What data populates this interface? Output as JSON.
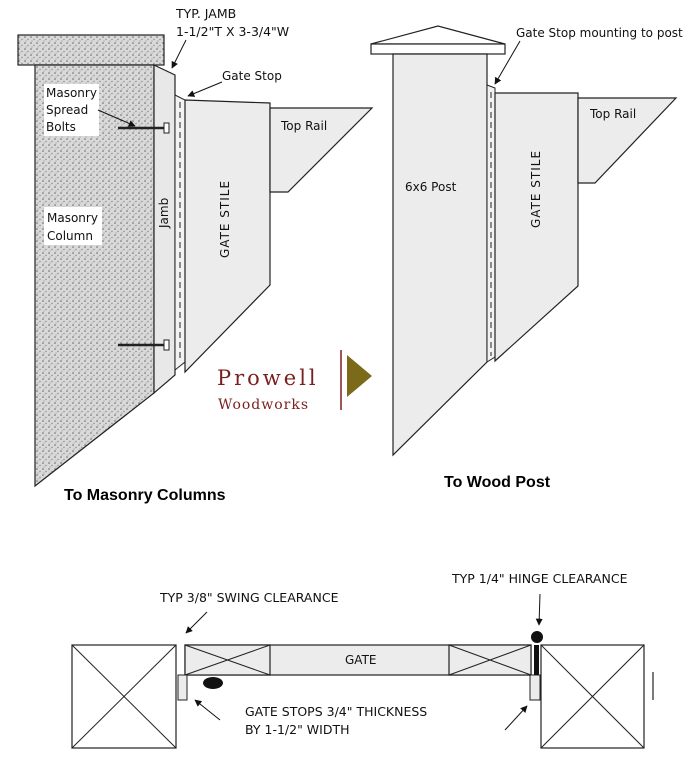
{
  "masonry": {
    "jamb_label_1": "TYP.  JAMB",
    "jamb_label_2": "1-1/2\"T X 3-3/4\"W",
    "gate_stop": "Gate Stop",
    "spread_bolts": [
      "Masonry",
      "Spread",
      "Bolts"
    ],
    "column": [
      "Masonry",
      "Column"
    ],
    "jamb": "Jamb",
    "top_rail": "Top Rail",
    "gate_stile": "GATE STILE",
    "caption": "To Masonry Columns"
  },
  "wood": {
    "gate_stop_mount": "Gate Stop mounting to post",
    "post": "6x6 Post",
    "top_rail": "Top Rail",
    "gate_stile": "GATE STILE",
    "caption": "To Wood Post"
  },
  "brand": {
    "line1": "Prowell",
    "line2": "Woodworks",
    "color": "#7a1f1f",
    "arrow_color": "#7a6a1a"
  },
  "plan": {
    "swing_clearance": "TYP 3/8\" SWING CLEARANCE",
    "hinge_clearance": "TYP 1/4\" HINGE CLEARANCE",
    "gate": "GATE",
    "stops_1": "GATE STOPS 3/4\" THICKNESS",
    "stops_2": "BY 1-1/2\" WIDTH"
  }
}
